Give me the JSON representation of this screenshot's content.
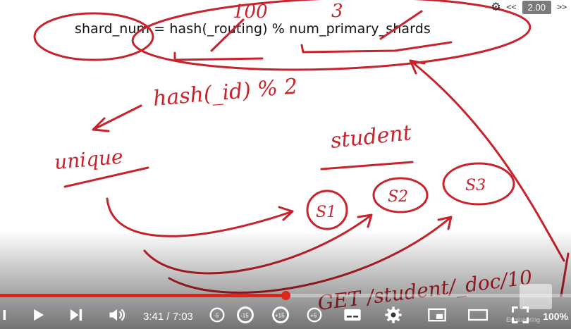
{
  "player": {
    "speed_label": "2.00",
    "rewind_symbol": "<<",
    "forward_symbol": ">>",
    "current_time": "3:41",
    "duration": "7:03",
    "time_display": "3:41 / 7:03",
    "progress_fraction": 0.5,
    "zoom_label": "100%",
    "seek_back_small": "-5",
    "seek_back": "-15",
    "seek_forward": "+15",
    "seek_forward_small": "+5",
    "watermark": "Engineering"
  },
  "whiteboard": {
    "formula": "shard_num = hash(_routing) % num_primary_shards",
    "annotation_routing": "100",
    "annotation_shards": "3",
    "hash_note": "hash(_id) % 2",
    "unique_label": "unique",
    "index_label": "student",
    "shard_labels": [
      "S1",
      "S2",
      "S3"
    ],
    "get_request": "GET /student/_doc/10"
  },
  "colors": {
    "ink": "#c8222c",
    "progress": "#e1251b",
    "speed_badge": "#7a7a7a"
  }
}
